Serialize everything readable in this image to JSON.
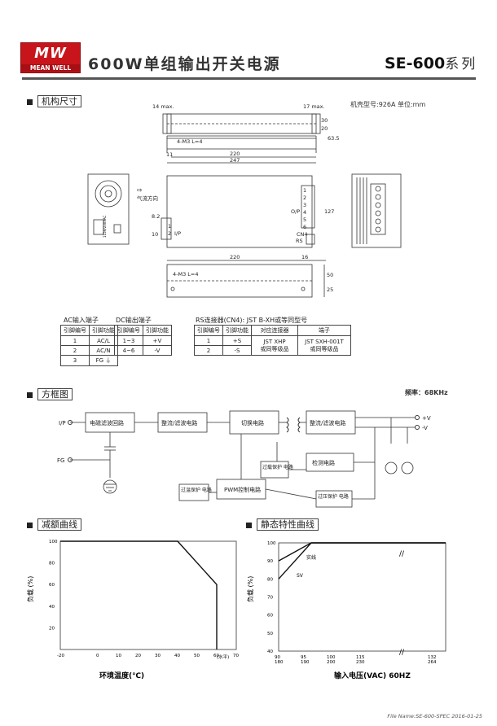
{
  "header": {
    "logo_main": "MW",
    "logo_sub": "MEAN WELL",
    "title": "600W单组输出开关电源",
    "series_code": "SE-600",
    "series_suffix": "系列"
  },
  "mechanical": {
    "section_title": "机构尺寸",
    "case_info": "机壳型号:926A   单位:mm",
    "dims": {
      "d14": "14 max.",
      "d17": "17 max.",
      "d4m3": "4-M3 L=4",
      "d11": "11",
      "d220": "220",
      "d247": "247",
      "d30": "30",
      "d20": "20",
      "d635": "63.5",
      "d82": "8.2",
      "d10": "10",
      "d127": "127",
      "d220b": "220",
      "d16": "16",
      "d4m3b": "4-M3 L=4",
      "d50": "50",
      "d25": "25"
    },
    "labels": {
      "airflow": "气流方向",
      "ip": "I/P",
      "op": "O/P",
      "cn4": "CN4",
      "rs": "RS",
      "pins": [
        "1",
        "2",
        "3",
        "4",
        "5",
        "6"
      ],
      "ip_pins": [
        "1",
        "2"
      ],
      "voltage_select": "115V/230VAC"
    }
  },
  "tables": {
    "ac": {
      "caption": "AC输入端子",
      "headers": [
        "引脚编号",
        "引脚功能"
      ],
      "rows": [
        [
          "1",
          "AC/L"
        ],
        [
          "2",
          "AC/N"
        ],
        [
          "3",
          "FG ⏚"
        ]
      ]
    },
    "dc": {
      "caption": "DC输出端子",
      "headers": [
        "引脚编号",
        "引脚功能"
      ],
      "rows": [
        [
          "1~3",
          "+V"
        ],
        [
          "4~6",
          "-V"
        ]
      ]
    },
    "rs": {
      "caption": "RS连接器(CN4): JST B-XH或等同型号",
      "headers": [
        "引脚编号",
        "引脚功能",
        "对应连接器",
        "端子"
      ],
      "rows": [
        [
          "1",
          "+S",
          "JST XHP\n或同等级品",
          "JST SXH-001T\n或同等级品"
        ],
        [
          "2",
          "-S",
          "",
          ""
        ]
      ]
    }
  },
  "block": {
    "section_title": "方框图",
    "freq": "频率：68KHz",
    "ip": "I/P",
    "fg": "FG",
    "pos": "+V",
    "neg": "-V",
    "emi": "电磁滤波回路",
    "rect1": "整流/滤波电路",
    "switch": "切换电路",
    "rect2": "整流/滤波电路",
    "otp": "过载保护\n电路",
    "detect": "检测电路",
    "pwm": "PWM控制电路",
    "oltp": "过温保护\n电路",
    "ovp": "过压保护\n电路"
  },
  "derating": {
    "section_title": "减额曲线",
    "ylabel": "负载 (%)",
    "xlabel": "环境温度(℃)",
    "xunit": "(水平)"
  },
  "static": {
    "section_title": "静态特性曲线",
    "ylabel": "负载 (%)",
    "xlabel": "输入电压(VAC) 60HZ",
    "series_a": "实线",
    "series_b": "SV"
  },
  "footer": {
    "text": "File Name:SE-600-SPEC   2016-01-25"
  },
  "chart_data": [
    {
      "type": "line",
      "x": [
        -20,
        40,
        60,
        60
      ],
      "series": [
        {
          "values": [
            100,
            100,
            60,
            0
          ]
        }
      ],
      "xticks": [
        "-20",
        "0",
        "10",
        "20",
        "30",
        "40",
        "50",
        "60",
        "70"
      ],
      "yticks": [
        "100",
        "80",
        "60",
        "40",
        "20"
      ],
      "xlim": [
        -20,
        70
      ],
      "ylim": [
        0,
        100
      ],
      "grid": false
    },
    {
      "type": "line",
      "x": [
        90,
        100,
        264
      ],
      "series": [
        {
          "name": "实线",
          "values": [
            90,
            100,
            100
          ]
        },
        {
          "name": "SV",
          "values": [
            80,
            100,
            100
          ]
        }
      ],
      "xticks": [
        "90\n180",
        "95\n190",
        "100\n200",
        "115\n230",
        "132\n264"
      ],
      "yticks": [
        "100",
        "90",
        "80",
        "70",
        "60",
        "50",
        "40"
      ],
      "ylim": [
        40,
        100
      ],
      "grid": false
    }
  ]
}
